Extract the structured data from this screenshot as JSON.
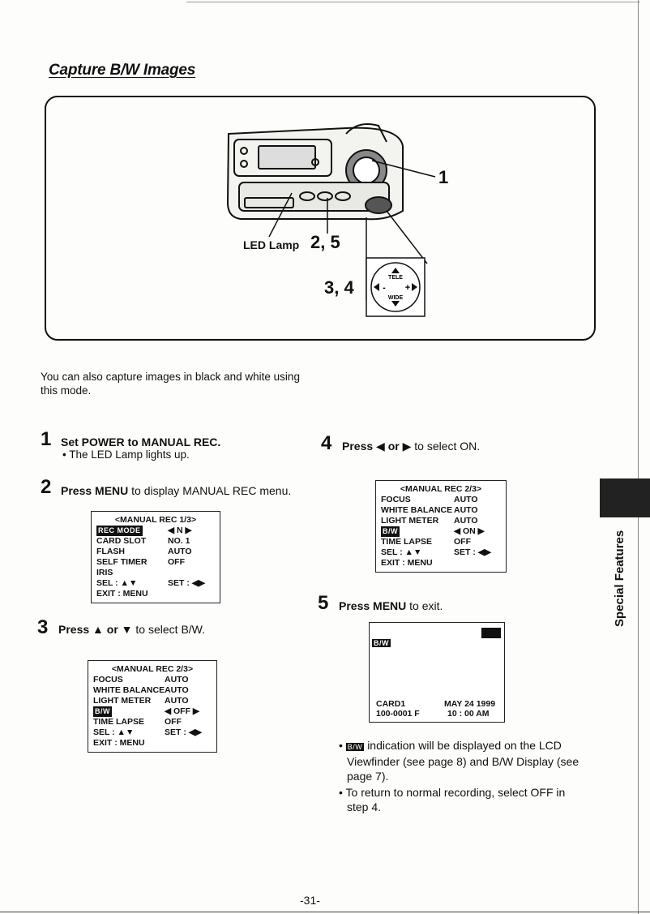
{
  "page": {
    "title": "Capture B/W Images",
    "page_number": "-31-",
    "side_label": "Special Features"
  },
  "figure": {
    "callout_1": "1",
    "led_label": "LED Lamp",
    "callout_25": "2, 5",
    "callout_34": "3, 4",
    "dial_tele": "TELE",
    "dial_wide": "WIDE",
    "dial_minus": "-",
    "dial_plus": "+"
  },
  "intro": "You can also capture images in black and white using this mode.",
  "steps": [
    {
      "num": "1",
      "text": "Set POWER to MANUAL REC.",
      "sub": "• The LED Lamp lights up."
    },
    {
      "num": "2",
      "text": "Press MENU",
      "text_rest": "to display MANUAL REC menu."
    },
    {
      "num": "3",
      "text": "Press ▲ or ▼",
      "text_rest": "to select B/W."
    },
    {
      "num": "4",
      "text": "Press ◀ or ▶",
      "text_rest": "to select ON."
    },
    {
      "num": "5",
      "text": "Press MENU",
      "text_rest": "to exit."
    }
  ],
  "menu1": {
    "header": "<MANUAL REC 1/3>",
    "rows": [
      {
        "label": "REC MODE",
        "value": "◀  N  ▶",
        "highlight": true
      },
      {
        "label": "CARD SLOT",
        "value": "NO. 1"
      },
      {
        "label": "FLASH",
        "value": "AUTO"
      },
      {
        "label": "SELF TIMER",
        "value": "OFF"
      },
      {
        "label": "IRIS",
        "value": ""
      },
      {
        "label": "SEL  : ▲▼",
        "value": "SET  : ◀▶"
      },
      {
        "label": "EXIT  : MENU",
        "value": ""
      }
    ]
  },
  "menu2": {
    "header": "<MANUAL REC 2/3>",
    "rows": [
      {
        "label": "FOCUS",
        "value": "AUTO"
      },
      {
        "label": "WHITE BALANCE",
        "value": "AUTO"
      },
      {
        "label": "LIGHT METER",
        "value": "AUTO"
      },
      {
        "label": "B/W",
        "value": "◀ OFF  ▶",
        "highlight": true
      },
      {
        "label": "TIME LAPSE",
        "value": "OFF"
      },
      {
        "label": "SEL  : ▲▼",
        "value": "SET  : ◀▶"
      },
      {
        "label": "EXIT  : MENU",
        "value": ""
      }
    ]
  },
  "menu4": {
    "header": "<MANUAL REC 2/3>",
    "rows": [
      {
        "label": "FOCUS",
        "value": "AUTO"
      },
      {
        "label": "WHITE BALANCE",
        "value": "AUTO"
      },
      {
        "label": "LIGHT METER",
        "value": "AUTO"
      },
      {
        "label": "B/W",
        "value": "◀ ON   ▶",
        "highlight": true
      },
      {
        "label": "TIME LAPSE",
        "value": "OFF"
      },
      {
        "label": "SEL  : ▲▼",
        "value": "SET  : ◀▶"
      },
      {
        "label": "EXIT  : MENU",
        "value": ""
      }
    ]
  },
  "lcd": {
    "bw_badge": "B/W",
    "card": "CARD1",
    "file": "100-0001 F",
    "date": "MAY 24 1999",
    "time": "10 : 00 AM"
  },
  "notes": [
    {
      "badge": "B/W",
      "text": "indication will be displayed on the LCD Viewfinder (see page 8) and B/W Display (see page 7)."
    },
    {
      "text": "To return to normal recording, select OFF in step 4."
    }
  ]
}
